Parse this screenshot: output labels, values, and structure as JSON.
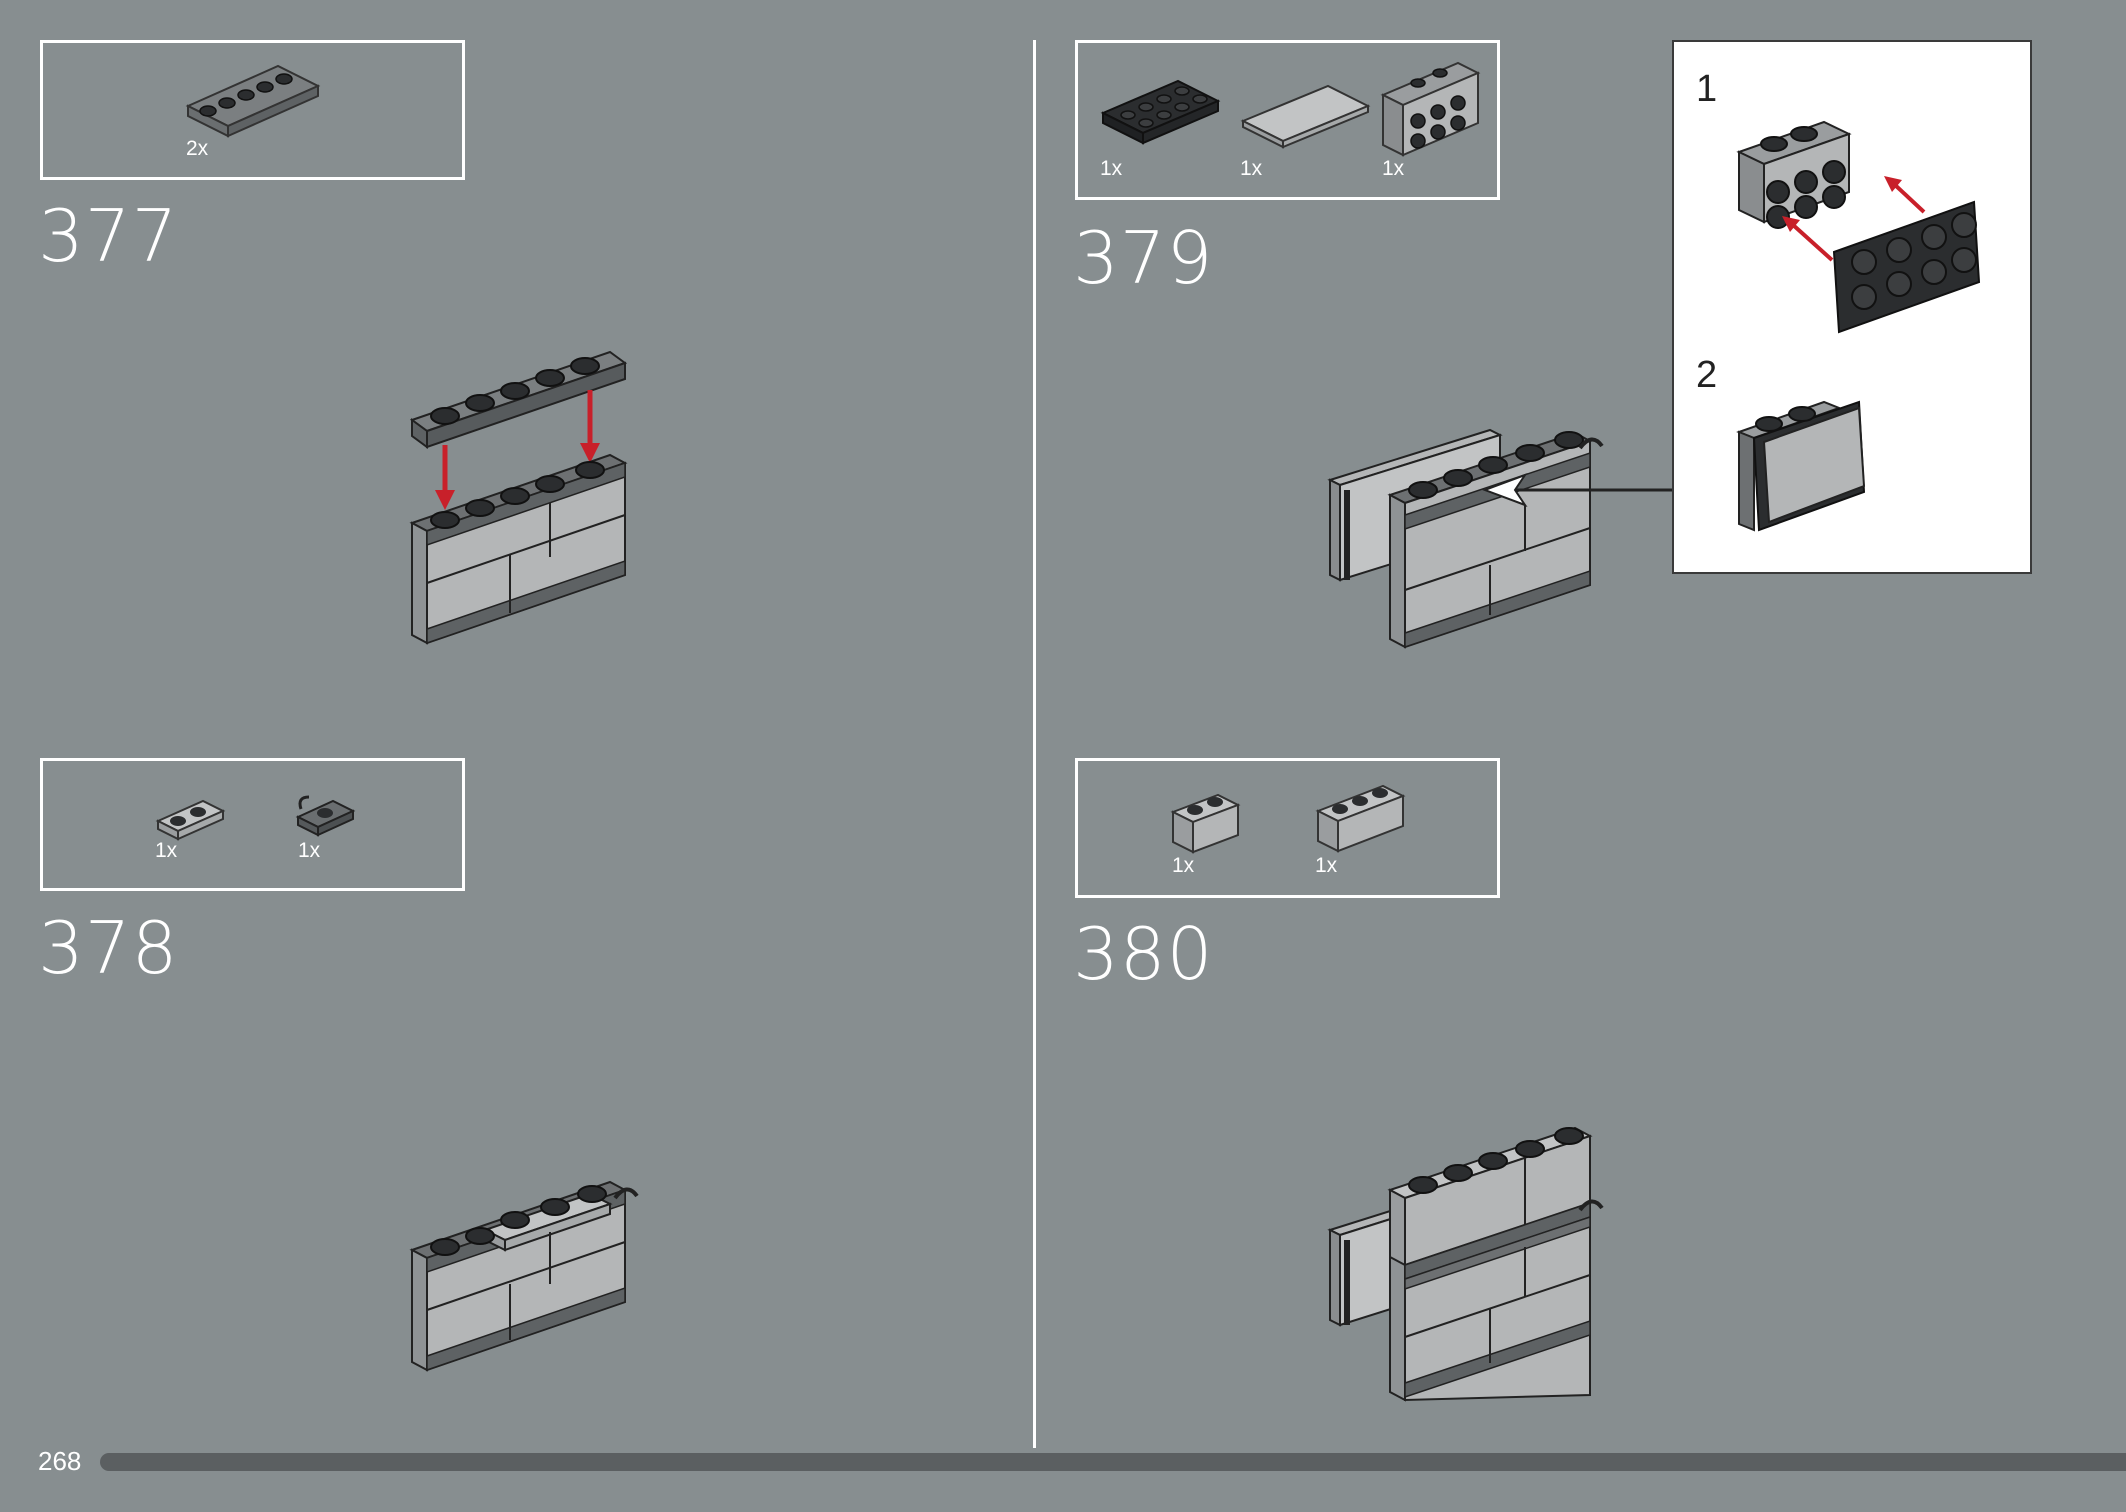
{
  "page": {
    "number": "268",
    "progress": 1.0
  },
  "steps": [
    {
      "id": "377",
      "number": "377",
      "parts": [
        {
          "qty": "2x",
          "part": "plate-1x5-dark-gray"
        }
      ]
    },
    {
      "id": "378",
      "number": "378",
      "parts": [
        {
          "qty": "1x",
          "part": "plate-1x2-light-gray"
        },
        {
          "qty": "1x",
          "part": "plate-1x2-clip-dark-gray"
        }
      ]
    },
    {
      "id": "379",
      "number": "379",
      "parts": [
        {
          "qty": "1x",
          "part": "plate-2x4-black"
        },
        {
          "qty": "1x",
          "part": "tile-2x4-light-gray"
        },
        {
          "qty": "1x",
          "part": "bracket-2x4-light-gray"
        }
      ],
      "callout": {
        "substeps": [
          "1",
          "2"
        ]
      }
    },
    {
      "id": "380",
      "number": "380",
      "parts": [
        {
          "qty": "1x",
          "part": "brick-1x2-light-gray"
        },
        {
          "qty": "1x",
          "part": "brick-1x3-light-gray"
        }
      ]
    }
  ],
  "colors": {
    "background": "#878e90",
    "arrow": "#c8202a",
    "brick_light": "#b4b6b7",
    "brick_dark": "#6d7072",
    "stud_black": "#2b2d2f"
  },
  "icons": [
    "arrow-down-icon",
    "callout-arrow-icon"
  ]
}
